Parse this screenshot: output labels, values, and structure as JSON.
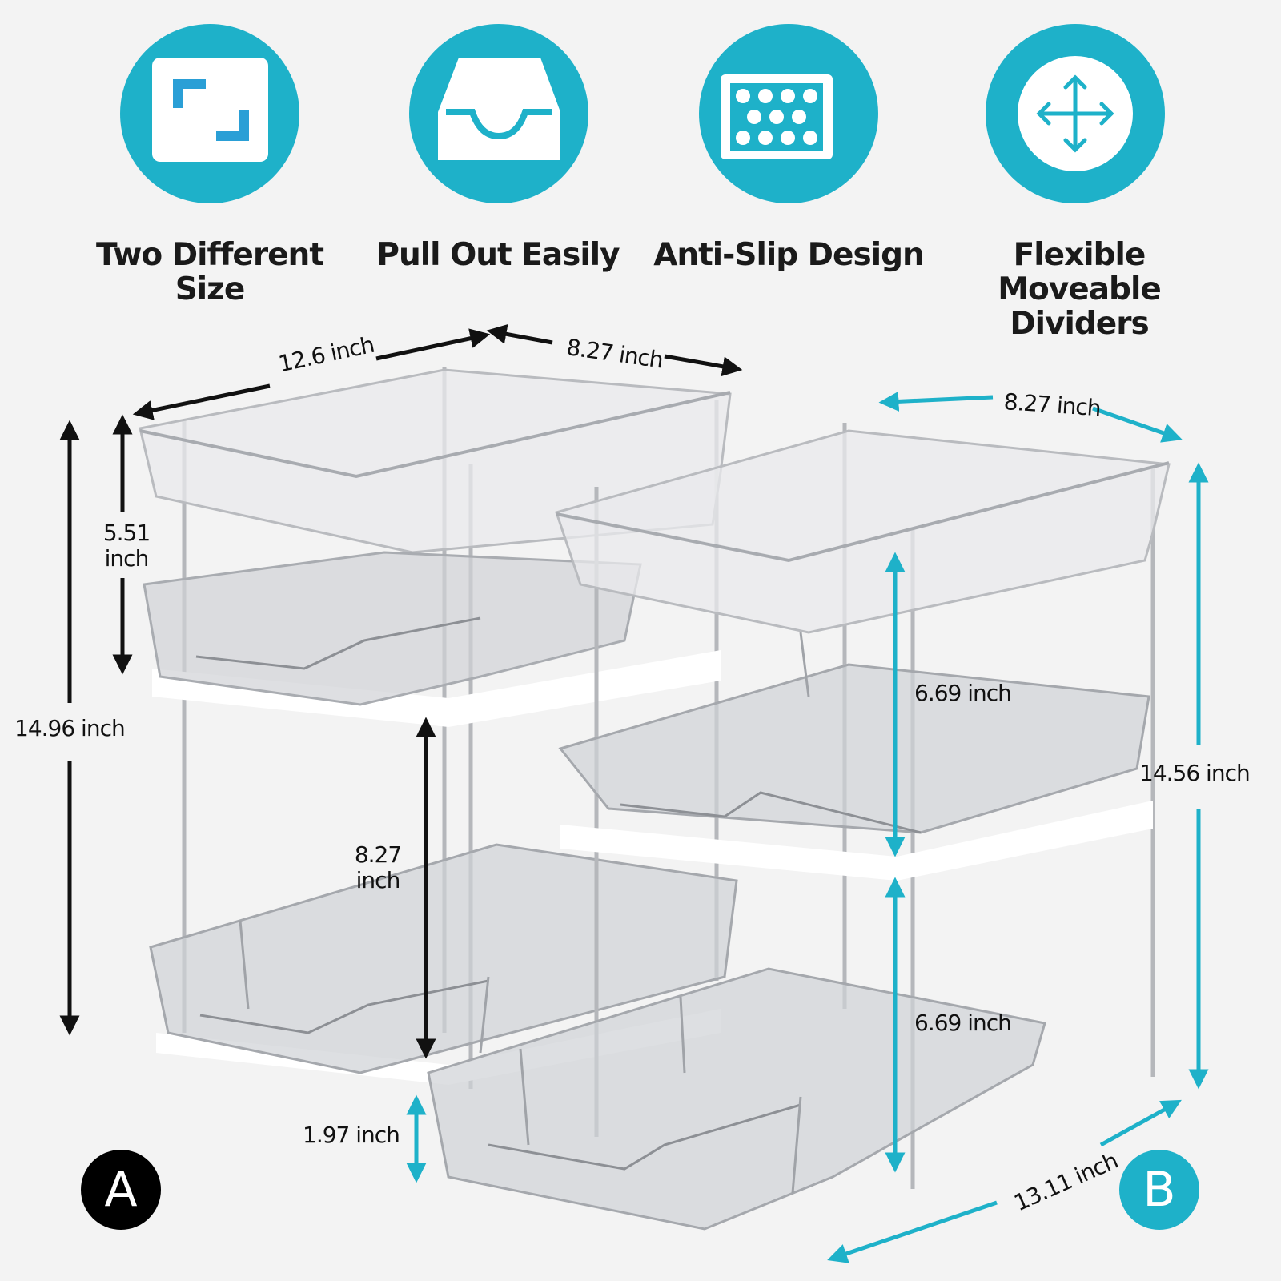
{
  "colors": {
    "accent": "#1eb1c9",
    "ink": "#111111",
    "background": "#f3f3f3"
  },
  "features": [
    {
      "icon": "size-frame-icon",
      "label_line1": "Two Different",
      "label_line2": "Size"
    },
    {
      "icon": "pull-out-tray-icon",
      "label_line1": "Pull Out Easily",
      "label_line2": ""
    },
    {
      "icon": "anti-slip-mat-icon",
      "label_line1": "Anti-Slip Design",
      "label_line2": ""
    },
    {
      "icon": "move-arrows-icon",
      "label_line1": "Flexible Moveable",
      "label_line2": "Dividers"
    }
  ],
  "dimensions": {
    "a_width": "12.6 inch",
    "a_depth": "8.27 inch",
    "a_total_height": "14.96 inch",
    "a_top_height_line1": "5.51",
    "a_top_height_line2": "inch",
    "a_gap_height_line1": "8.27",
    "a_gap_height_line2": "inch",
    "b_width": "8.27 inch",
    "b_total_height": "14.56 inch",
    "b_upper_height": "6.69 inch",
    "b_lower_height": "6.69 inch",
    "b_depth": "13.11 inch",
    "b_base_height": "1.97 inch"
  },
  "badges": {
    "a": "A",
    "b": "B"
  }
}
